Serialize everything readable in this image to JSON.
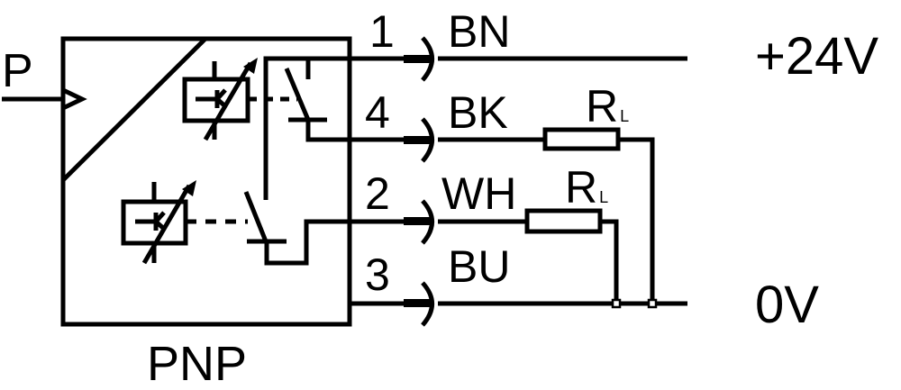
{
  "title": "PNP sensor wiring diagram",
  "input_label": "P",
  "device_label": "PNP",
  "pins": [
    {
      "number": "1",
      "color": "BN"
    },
    {
      "number": "4",
      "color": "BK"
    },
    {
      "number": "2",
      "color": "WH"
    },
    {
      "number": "3",
      "color": "BU"
    }
  ],
  "supply": {
    "positive": "+24V",
    "ground": "0V"
  },
  "loads": [
    {
      "label": "R",
      "subscript": "L"
    },
    {
      "label": "R",
      "subscript": "L"
    }
  ],
  "colors": {
    "line": "#000000",
    "background": "#ffffff"
  }
}
